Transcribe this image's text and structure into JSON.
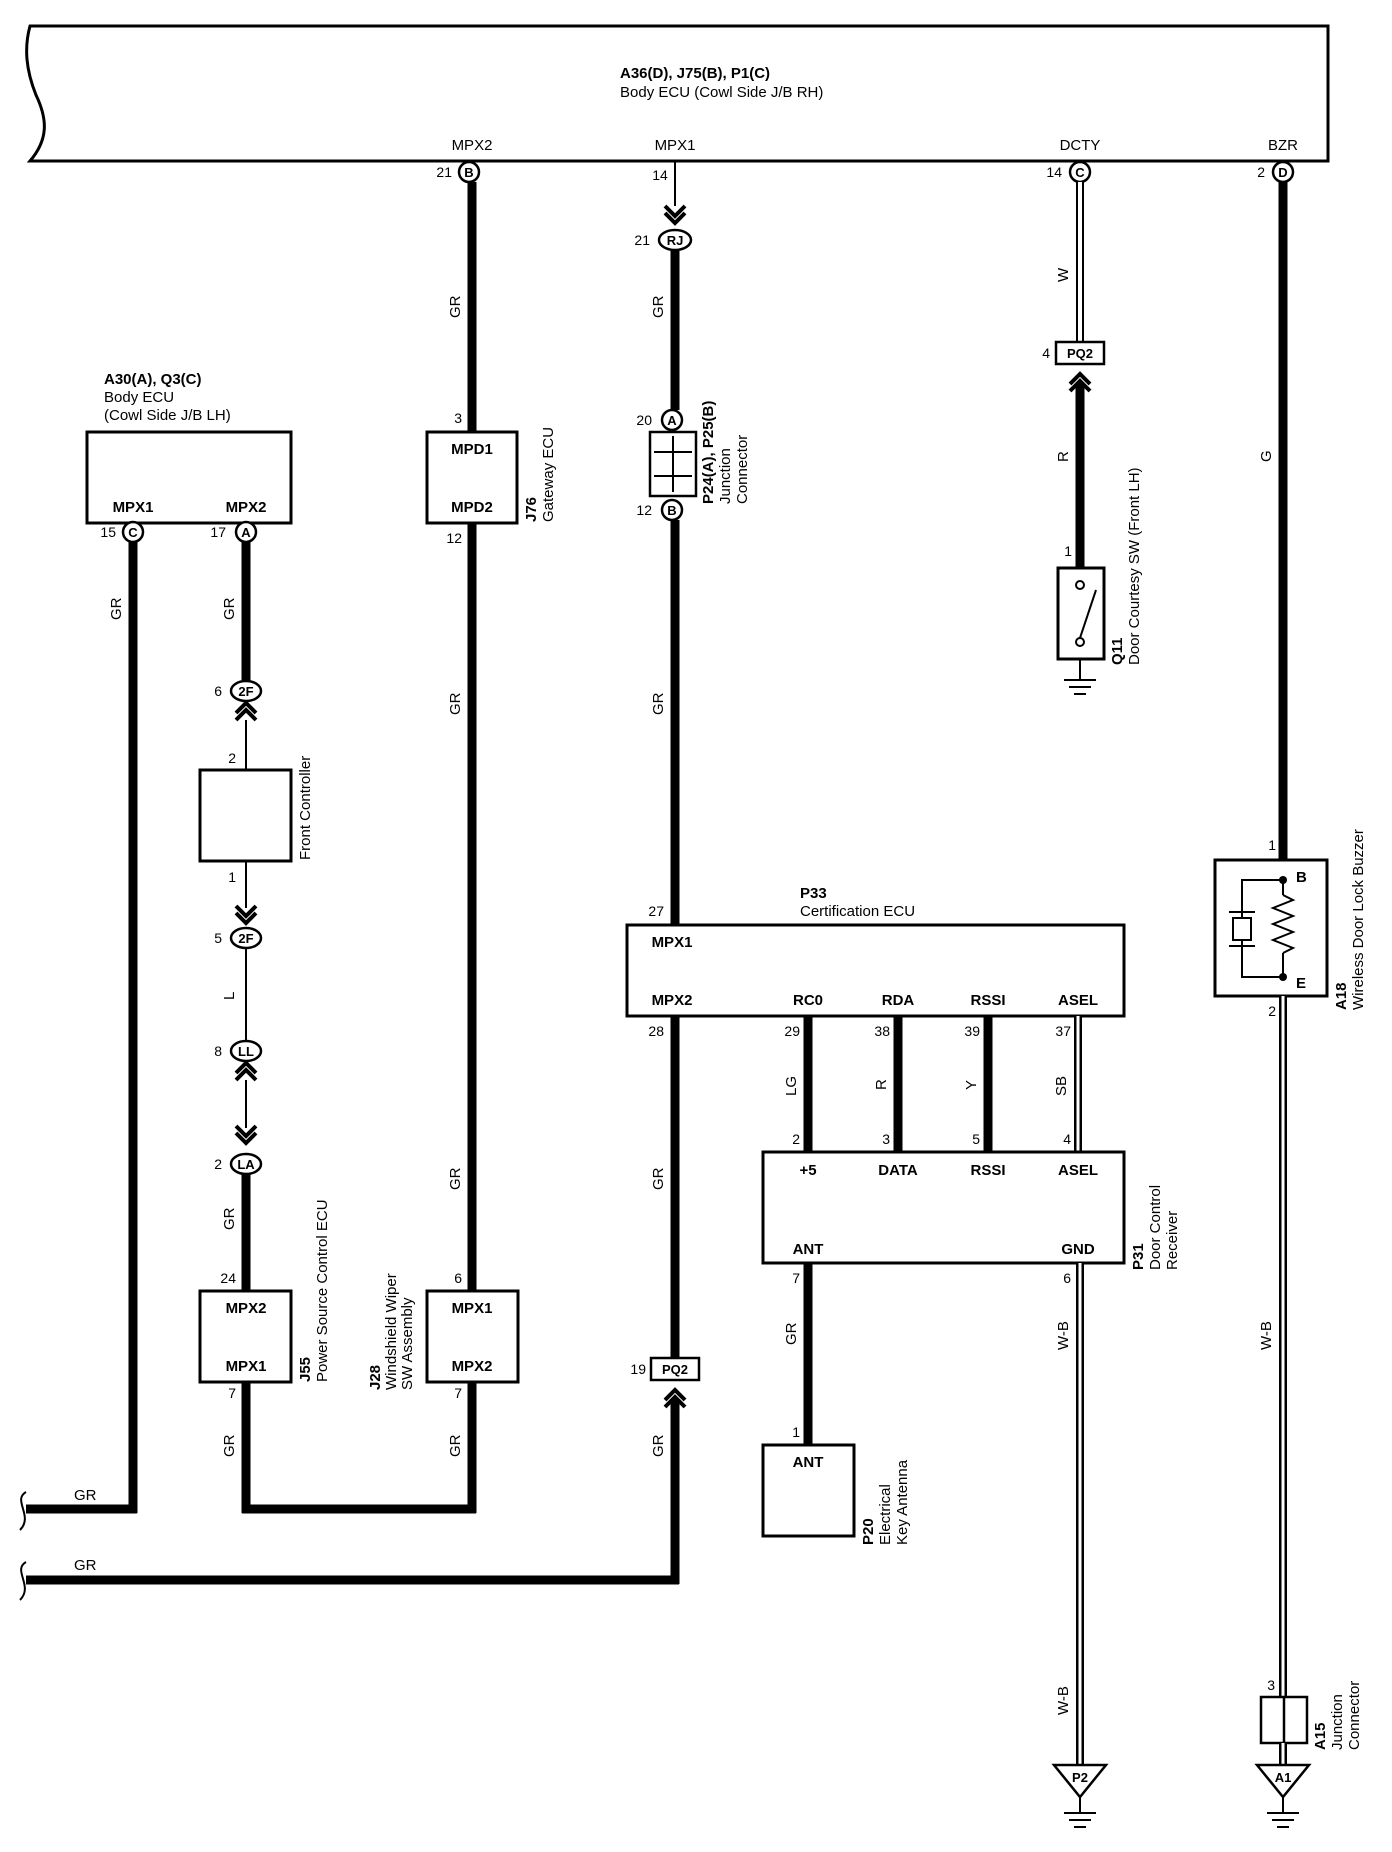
{
  "top_ecu": {
    "ids": "A36(D), J75(B), P1(C)",
    "name": "Body ECU (Cowl Side J/B RH)",
    "terminals": [
      {
        "label": "MPX2",
        "pin": "21",
        "conn": "B"
      },
      {
        "label": "MPX1",
        "pin": "14",
        "conn": ""
      },
      {
        "label": "DCTY",
        "pin": "14",
        "conn": "C"
      },
      {
        "label": "BZR",
        "pin": "2",
        "conn": "D"
      }
    ]
  },
  "body_ecu_lh": {
    "ids": "A30(A), Q3(C)",
    "name1": "Body ECU",
    "name2": "(Cowl Side J/B LH)",
    "t1": {
      "label": "MPX1",
      "pin": "15",
      "conn": "C"
    },
    "t2": {
      "label": "MPX2",
      "pin": "17",
      "conn": "A"
    }
  },
  "gateway_ecu": {
    "id": "J76",
    "name": "Gateway ECU",
    "t_top": {
      "label": "MPD1",
      "pin": "3"
    },
    "t_bot": {
      "label": "MPD2",
      "pin": "12"
    }
  },
  "junction_p24": {
    "ids": "P24(A), P25(B)",
    "name1": "Junction",
    "name2": "Connector",
    "pin_top": "20",
    "conn_top": "A",
    "pin_bot": "12",
    "conn_bot": "B"
  },
  "rj": {
    "pin": "21",
    "conn": "RJ"
  },
  "front_controller": {
    "name": "Front Controller",
    "pin_top": "2",
    "pin_bot": "1"
  },
  "conn_2f_top": {
    "pin": "6",
    "conn": "2F"
  },
  "conn_2f_bot": {
    "pin": "5",
    "conn": "2F"
  },
  "conn_ll": {
    "pin": "8",
    "conn": "LL"
  },
  "conn_la": {
    "pin": "2",
    "conn": "LA"
  },
  "power_source": {
    "id": "J55",
    "name": "Power Source Control ECU",
    "t_top": {
      "label": "MPX2",
      "pin": "24"
    },
    "t_bot": {
      "label": "MPX1",
      "pin": "7"
    }
  },
  "wiper_sw": {
    "id": "J28",
    "name1": "Windshield Wiper",
    "name2": "SW Assembly",
    "t_top": {
      "label": "MPX1",
      "pin": "6"
    },
    "t_bot": {
      "label": "MPX2",
      "pin": "7"
    }
  },
  "door_courtesy": {
    "id": "Q11",
    "name": "Door Courtesy SW (Front LH)",
    "pin": "1"
  },
  "pq2_top": {
    "pin": "4",
    "conn": "PQ2"
  },
  "pq2_bot": {
    "pin": "19",
    "conn": "PQ2"
  },
  "cert_ecu": {
    "id": "P33",
    "name": "Certification ECU",
    "t_mpx1": {
      "label": "MPX1",
      "pin": "27"
    },
    "t_mpx2": {
      "label": "MPX2",
      "pin": "28"
    },
    "bottom": [
      {
        "label": "RC0",
        "pin": "29"
      },
      {
        "label": "RDA",
        "pin": "38"
      },
      {
        "label": "RSSI",
        "pin": "39"
      },
      {
        "label": "ASEL",
        "pin": "37"
      }
    ]
  },
  "door_receiver": {
    "id": "P31",
    "name1": "Door Control",
    "name2": "Receiver",
    "top": [
      {
        "label": "+5",
        "pin": "2"
      },
      {
        "label": "DATA",
        "pin": "3"
      },
      {
        "label": "RSSI",
        "pin": "5"
      },
      {
        "label": "ASEL",
        "pin": "4"
      }
    ],
    "ant": {
      "label": "ANT",
      "pin": "7"
    },
    "gnd": {
      "label": "GND",
      "pin": "6"
    }
  },
  "antenna": {
    "id": "P20",
    "name1": "Electrical",
    "name2": "Key Antenna",
    "label": "ANT",
    "pin": "1"
  },
  "buzzer": {
    "id": "A18",
    "name": "Wireless Door Lock Buzzer",
    "pin_top": "1",
    "pin_bot": "2",
    "b": "B",
    "e": "E"
  },
  "junction_a15": {
    "id": "A15",
    "name1": "Junction",
    "name2": "Connector",
    "pin": "3"
  },
  "grounds": {
    "p2": "P2",
    "a1": "A1"
  },
  "wire_colors": {
    "gr": "GR",
    "w": "W",
    "r": "R",
    "g": "G",
    "l": "L",
    "lg": "LG",
    "y": "Y",
    "sb": "SB",
    "wb": "W-B"
  }
}
